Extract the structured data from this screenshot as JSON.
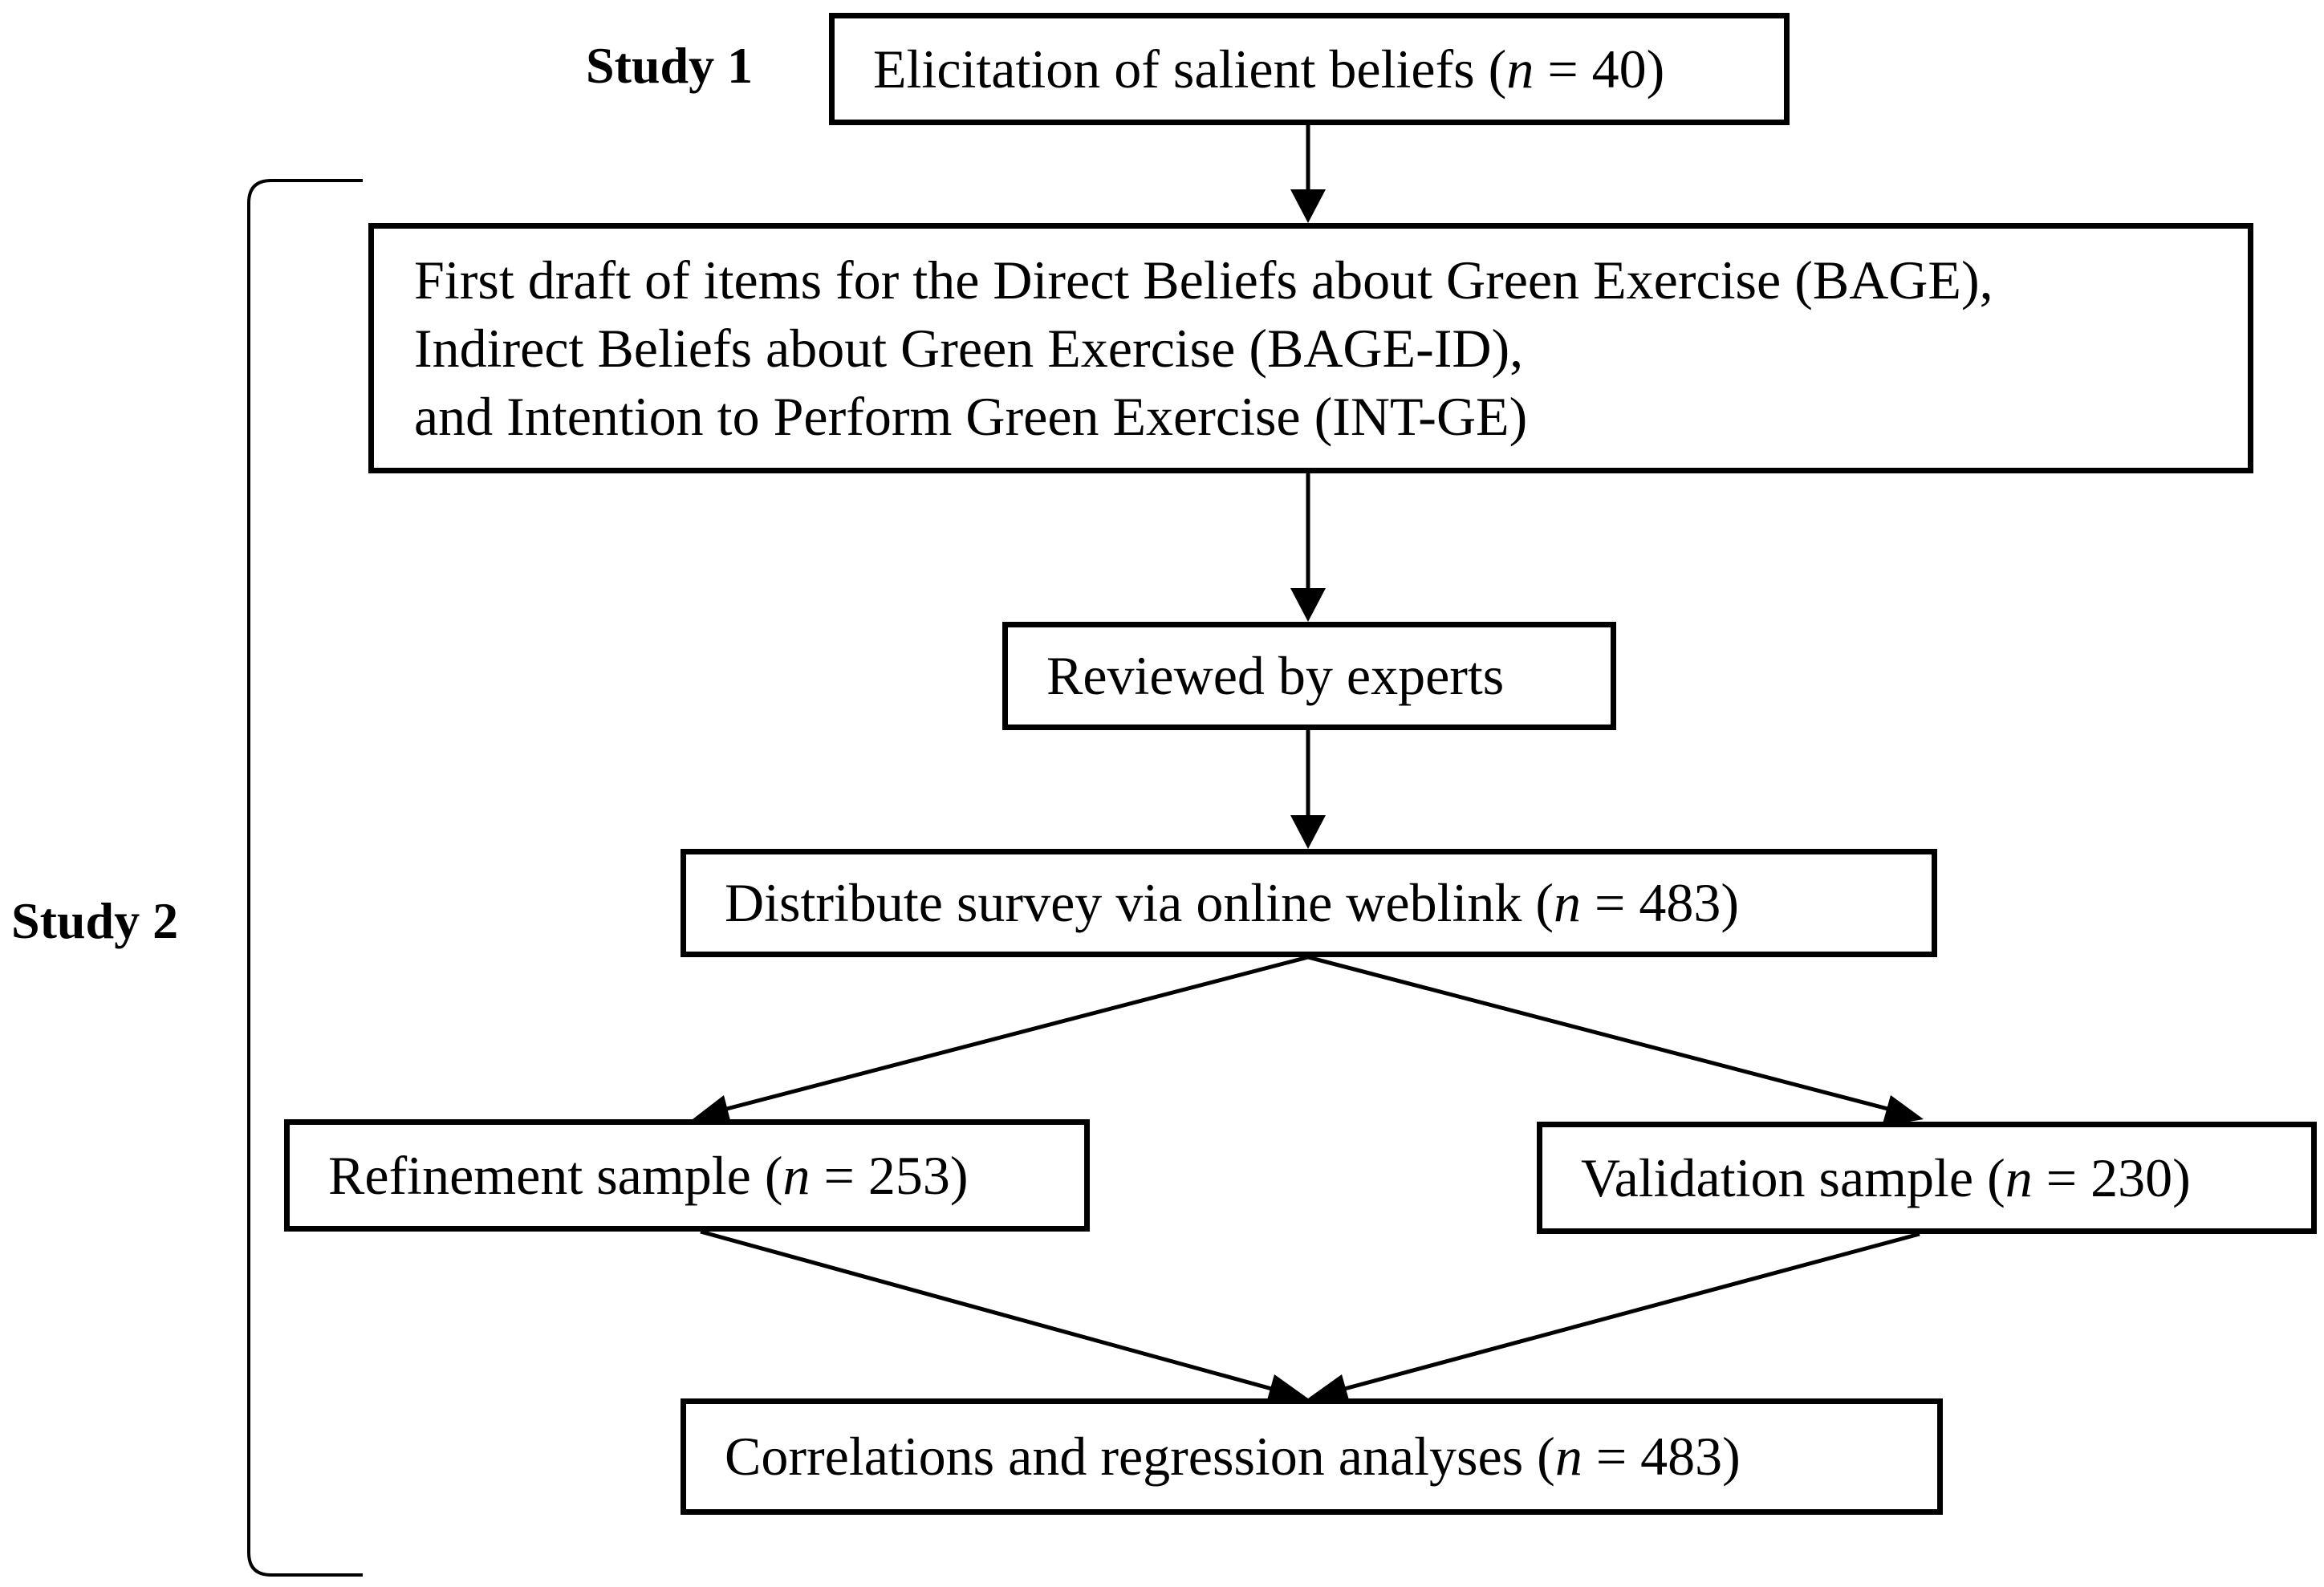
{
  "studies": {
    "study1_label": "Study 1",
    "study2_label": "Study 2"
  },
  "boxes": {
    "elicitation": {
      "text_before": "Elicitation of salient beliefs (",
      "n_symbol": "n",
      "text_after": " = 40)"
    },
    "first_draft": {
      "lines": [
        "First draft of items for the Direct Beliefs about Green Exercise (BAGE),",
        "Indirect Beliefs about Green Exercise (BAGE-ID),",
        "and Intention to Perform Green Exercise (INT-GE)"
      ]
    },
    "reviewed": {
      "text": "Reviewed by experts"
    },
    "distribute": {
      "text_before": "Distribute survey via online weblink (",
      "n_symbol": "n",
      "text_after": " = 483)"
    },
    "refinement": {
      "text_before": "Refinement sample (",
      "n_symbol": "n",
      "text_after": " = 253)"
    },
    "validation": {
      "text_before": "Validation sample (",
      "n_symbol": "n",
      "text_after": " = 230)"
    },
    "correlations": {
      "text_before": "Correlations and regression analyses (",
      "n_symbol": "n",
      "text_after": " = 483)"
    }
  },
  "colors": {
    "stroke": "#000000",
    "background": "#ffffff"
  }
}
